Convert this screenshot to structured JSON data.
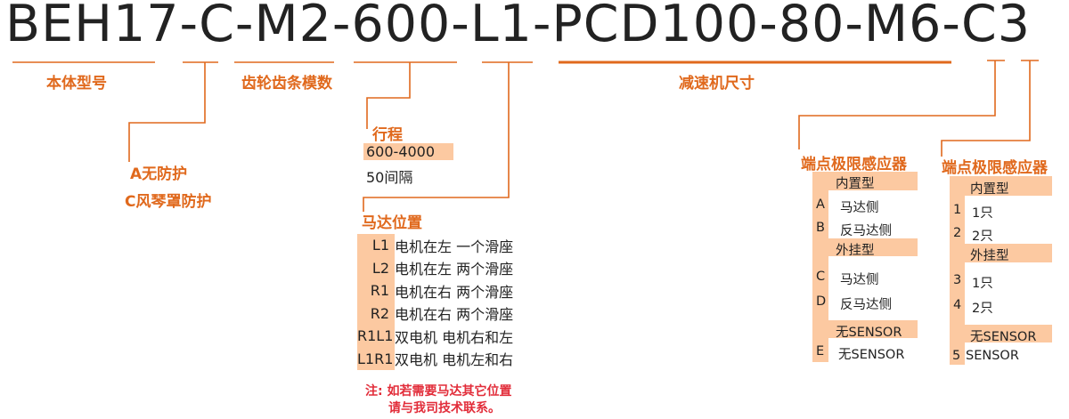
{
  "code": "BEH17-C-M2-600-L1-PCD100-80-M6-C3",
  "labels": {
    "body_model": "本体型号",
    "gear_module": "齿轮齿条模数",
    "reducer_size": "减速机尺寸",
    "protection_a": "A无防护",
    "protection_c": "C风琴罩防护",
    "stroke": "行程",
    "stroke_range": "600-4000",
    "stroke_interval": "50间隔",
    "motor_position": "马达位置",
    "sensor_1": "端点极限感应器",
    "sensor_2": "端点极限感应器"
  },
  "motor_options": [
    {
      "code": "L1",
      "desc": "电机在左  一个滑座"
    },
    {
      "code": "L2",
      "desc": "电机在左  两个滑座"
    },
    {
      "code": "R1",
      "desc": "电机在右  两个滑座"
    },
    {
      "code": "R2",
      "desc": "电机在右  两个滑座"
    },
    {
      "code": "R1L1",
      "desc": "双电机  电机右和左"
    },
    {
      "code": "L1R1",
      "desc": "双电机  电机左和右"
    }
  ],
  "note": {
    "line1": "注: 如若需要马达其它位置",
    "line2": "请与我司技术联系。"
  },
  "sensor_table_1": {
    "builtin": "内置型",
    "a_code": "A",
    "a_desc": "马达侧",
    "b_code": "B",
    "b_desc": "反马达侧",
    "external": "外挂型",
    "c_code": "C",
    "c_desc": "马达侧",
    "d_code": "D",
    "d_desc": "反马达侧",
    "none_header": "无SENSOR",
    "e_code": "E",
    "e_desc": "无SENSOR"
  },
  "sensor_table_2": {
    "builtin": "内置型",
    "r1_code": "1",
    "r1_desc": "1只",
    "r2_code": "2",
    "r2_desc": "2只",
    "external": "外挂型",
    "r3_code": "3",
    "r3_desc": "1只",
    "r4_code": "4",
    "r4_desc": "2只",
    "none_header": "无SENSOR",
    "r5_code": "5",
    "r5_desc": "SENSOR"
  },
  "colors": {
    "accent": "#e0691d",
    "highlight": "#fcc9a1",
    "note": "#e22d3a",
    "text": "#222222"
  }
}
